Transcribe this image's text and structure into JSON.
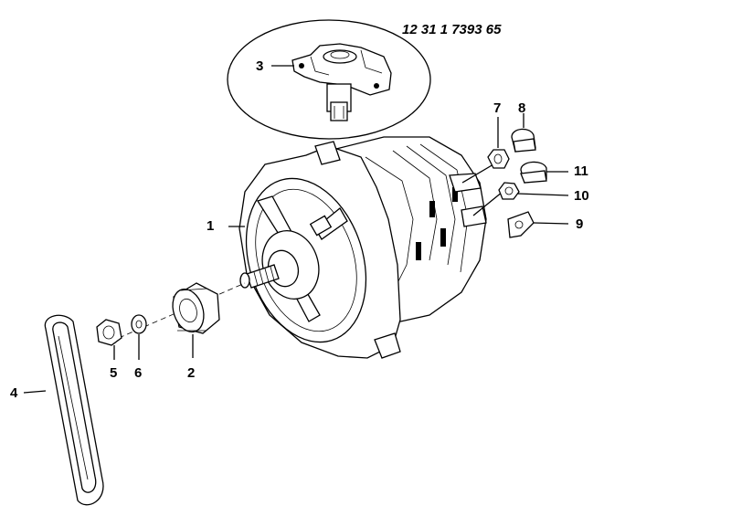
{
  "diagram": {
    "part_number": "12 31 1 7393 65",
    "callouts": [
      {
        "id": "1",
        "label": "1"
      },
      {
        "id": "2",
        "label": "2"
      },
      {
        "id": "3",
        "label": "3"
      },
      {
        "id": "4",
        "label": "4"
      },
      {
        "id": "5",
        "label": "5"
      },
      {
        "id": "6",
        "label": "6"
      },
      {
        "id": "7",
        "label": "7"
      },
      {
        "id": "8",
        "label": "8"
      },
      {
        "id": "9",
        "label": "9"
      },
      {
        "id": "10",
        "label": "10"
      },
      {
        "id": "11",
        "label": "11"
      }
    ]
  }
}
